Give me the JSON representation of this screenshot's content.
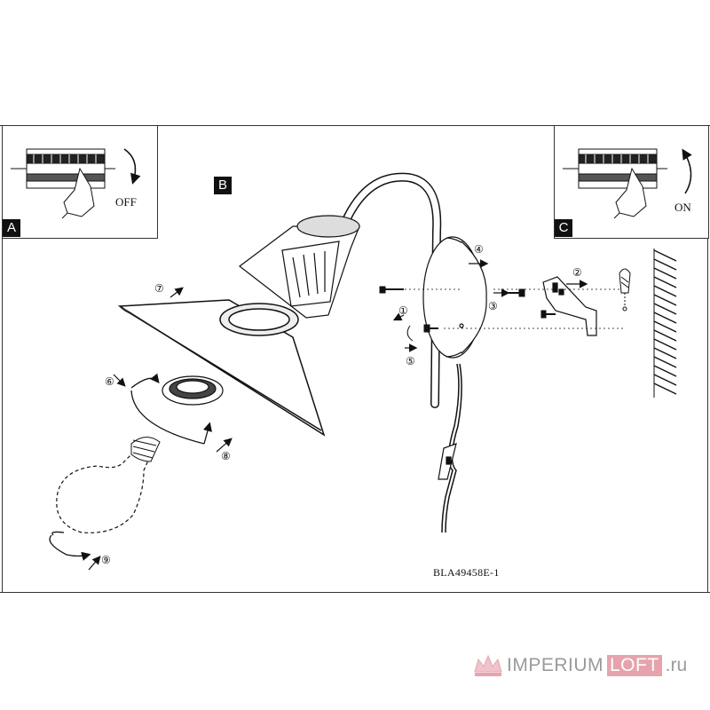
{
  "panels": {
    "a": {
      "letter": "A",
      "switch_label": "OFF"
    },
    "b": {
      "letter": "B"
    },
    "c": {
      "letter": "C",
      "switch_label": "ON"
    }
  },
  "steps": [
    "①",
    "②",
    "③",
    "④",
    "⑤",
    "⑥",
    "⑦",
    "⑧",
    "⑨"
  ],
  "model_code": "BLA49458E-1",
  "watermark": {
    "brand": "IMPERIUM",
    "brand_highlight": "LOFT",
    "domain": ".ru"
  }
}
